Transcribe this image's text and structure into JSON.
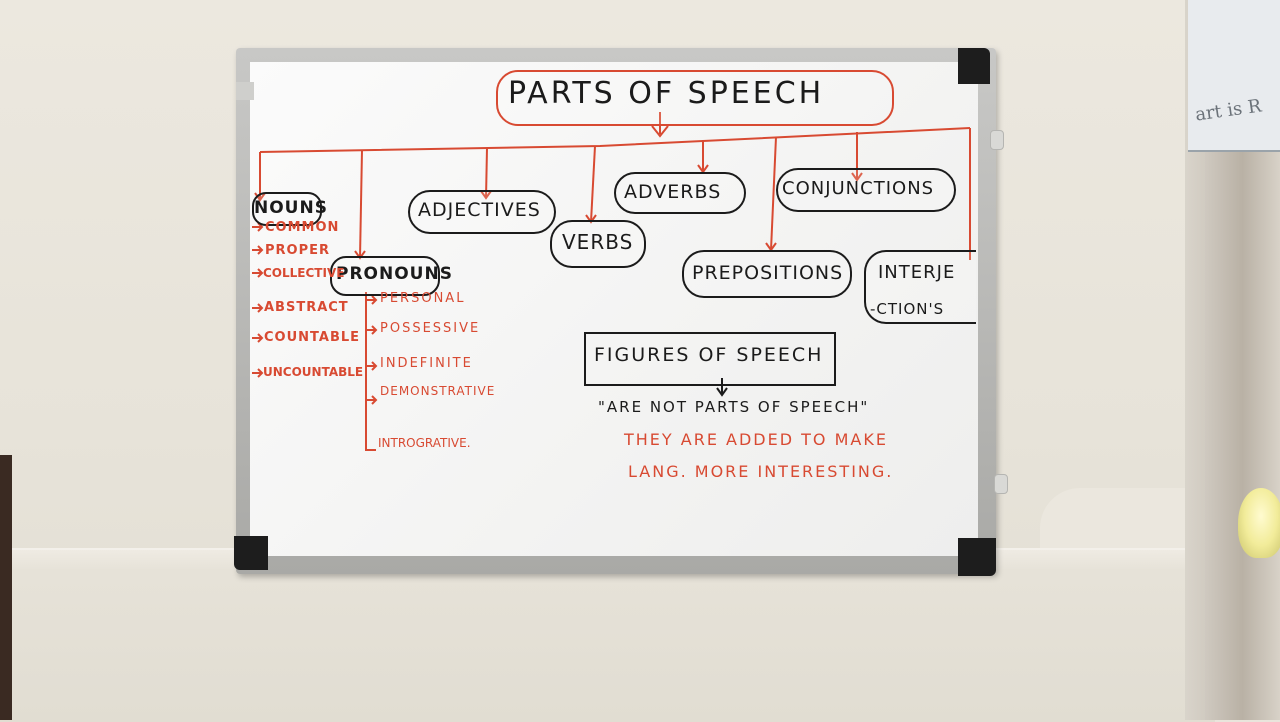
{
  "board": {
    "title": "PARTS OF SPEECH",
    "categories": {
      "nouns": "NOUNS",
      "pronouns": "PRONOUNS",
      "adjectives": "ADJECTIVES",
      "verbs": "VERBS",
      "adverbs": "ADVERBS",
      "prepositions": "PREPOSITIONS",
      "conjunctions": "CONJUNCTIONS",
      "interjections_line1": "INTERJE",
      "interjections_line2": "-CTION'S"
    },
    "noun_types": [
      "COMMON",
      "PROPER",
      "COLLECTIVE",
      "ABSTRACT",
      "COUNTABLE",
      "UNCOUNTABLE"
    ],
    "pronoun_types": [
      "PERSONAL",
      "POSSESSIVE",
      "INDEFINITE",
      "DEMONSTRATIVE",
      "INTROGRATIVE."
    ],
    "figures": {
      "box_label": "FIGURES OF SPEECH",
      "quote": "\"ARE NOT PARTS OF SPEECH\"",
      "note_line1": "THEY ARE ADDED TO MAKE",
      "note_line2": "LANG. MORE INTERESTING."
    }
  },
  "background": {
    "label_text": "art is R"
  },
  "colors": {
    "ink_black": "#1b1b1b",
    "ink_red": "#d84a32",
    "board": "#f6f6f5"
  }
}
